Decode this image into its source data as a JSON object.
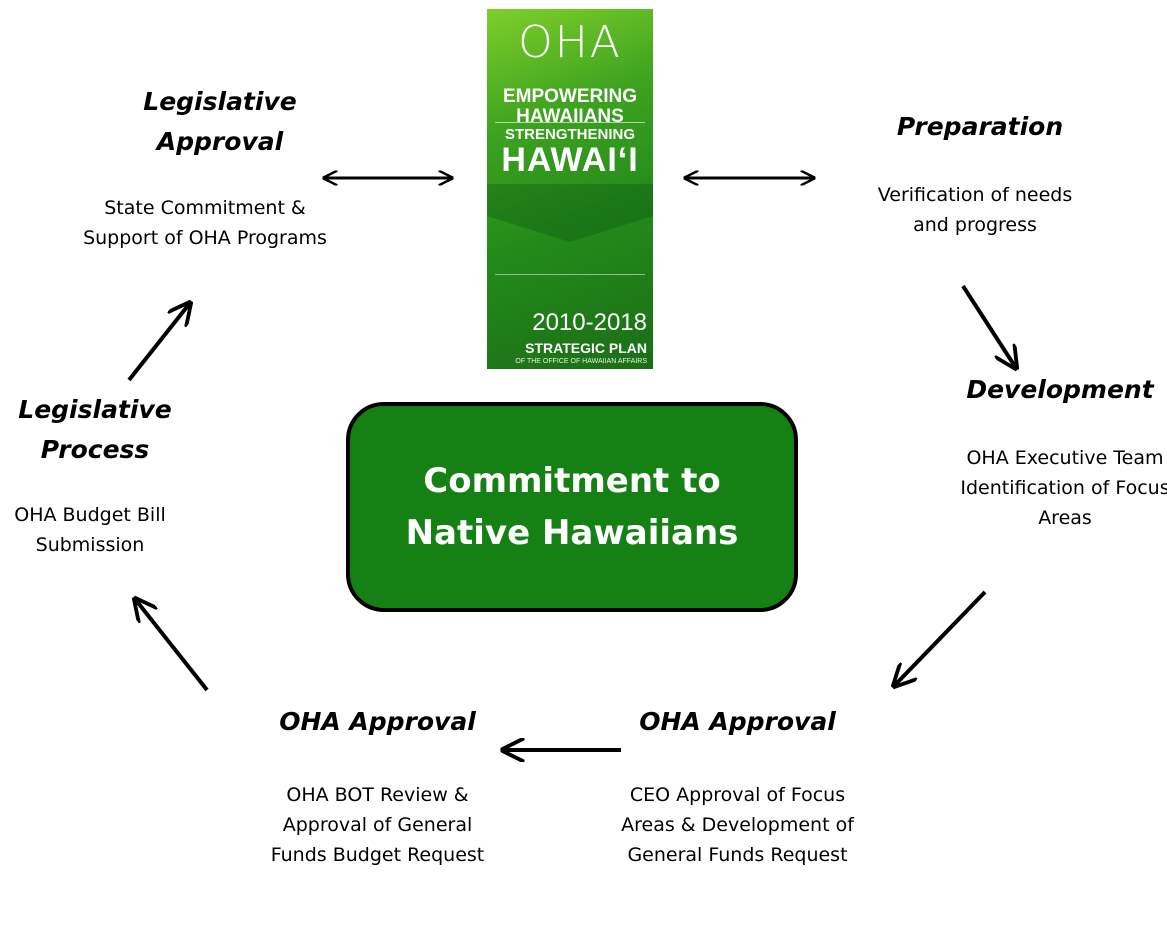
{
  "center": {
    "lines": "Commitment to Native Hawaiians"
  },
  "cover": {
    "logo": "OHA",
    "line1": "EMPOWERING HAWAIIANS",
    "line2": "STRENGTHENING",
    "line3": "HAWAI‘I",
    "years": "2010-2018",
    "plan": "STRATEGIC PLAN",
    "office": "OF THE OFFICE OF HAWAIIAN AFFAIRS"
  },
  "stages": {
    "legislative_approval": {
      "title": "Legislative Approval",
      "desc": "State Commitment & Support of OHA Programs"
    },
    "preparation": {
      "title": "Preparation",
      "desc": "Verification of needs and progress"
    },
    "development": {
      "title": "Development",
      "desc": "OHA Executive Team Identification of Focus Areas"
    },
    "oha_approval_right": {
      "title": "OHA Approval",
      "desc": "CEO Approval of Focus Areas & Development of General Funds Request"
    },
    "oha_approval_left": {
      "title": "OHA Approval",
      "desc": "OHA BOT Review & Approval of General Funds Budget Request"
    },
    "legislative_process": {
      "title": "Legislative Process",
      "desc": "OHA Budget Bill Submission"
    }
  },
  "colors": {
    "center_fill": "#158014",
    "arrow": "#000000"
  }
}
